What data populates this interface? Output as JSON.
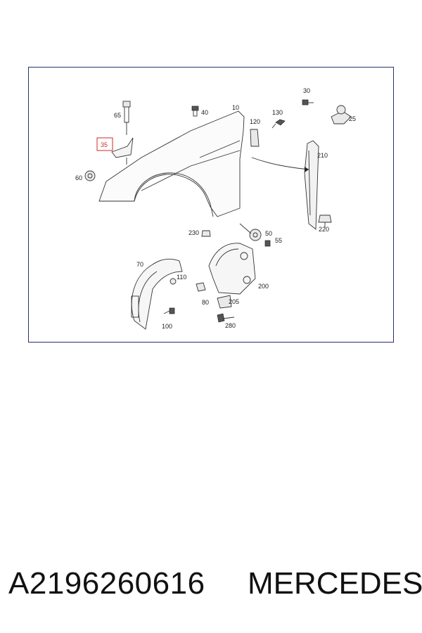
{
  "callouts": {
    "c10": "10",
    "c25": "25",
    "c30": "30",
    "c35": "35",
    "c40": "40",
    "c50": "50",
    "c55": "55",
    "c60": "60",
    "c65": "65",
    "c70": "70",
    "c80": "80",
    "c100": "100",
    "c110": "110",
    "c120": "120",
    "c130": "130",
    "c200": "200",
    "c205": "205",
    "c210": "210",
    "c220": "220",
    "c230": "230",
    "c280": "280"
  },
  "highlight_color": "#cc2b2b",
  "frame_color": "#2a2f6e",
  "footer": {
    "part_number": "A2196260616",
    "brand": "MERCEDES"
  }
}
